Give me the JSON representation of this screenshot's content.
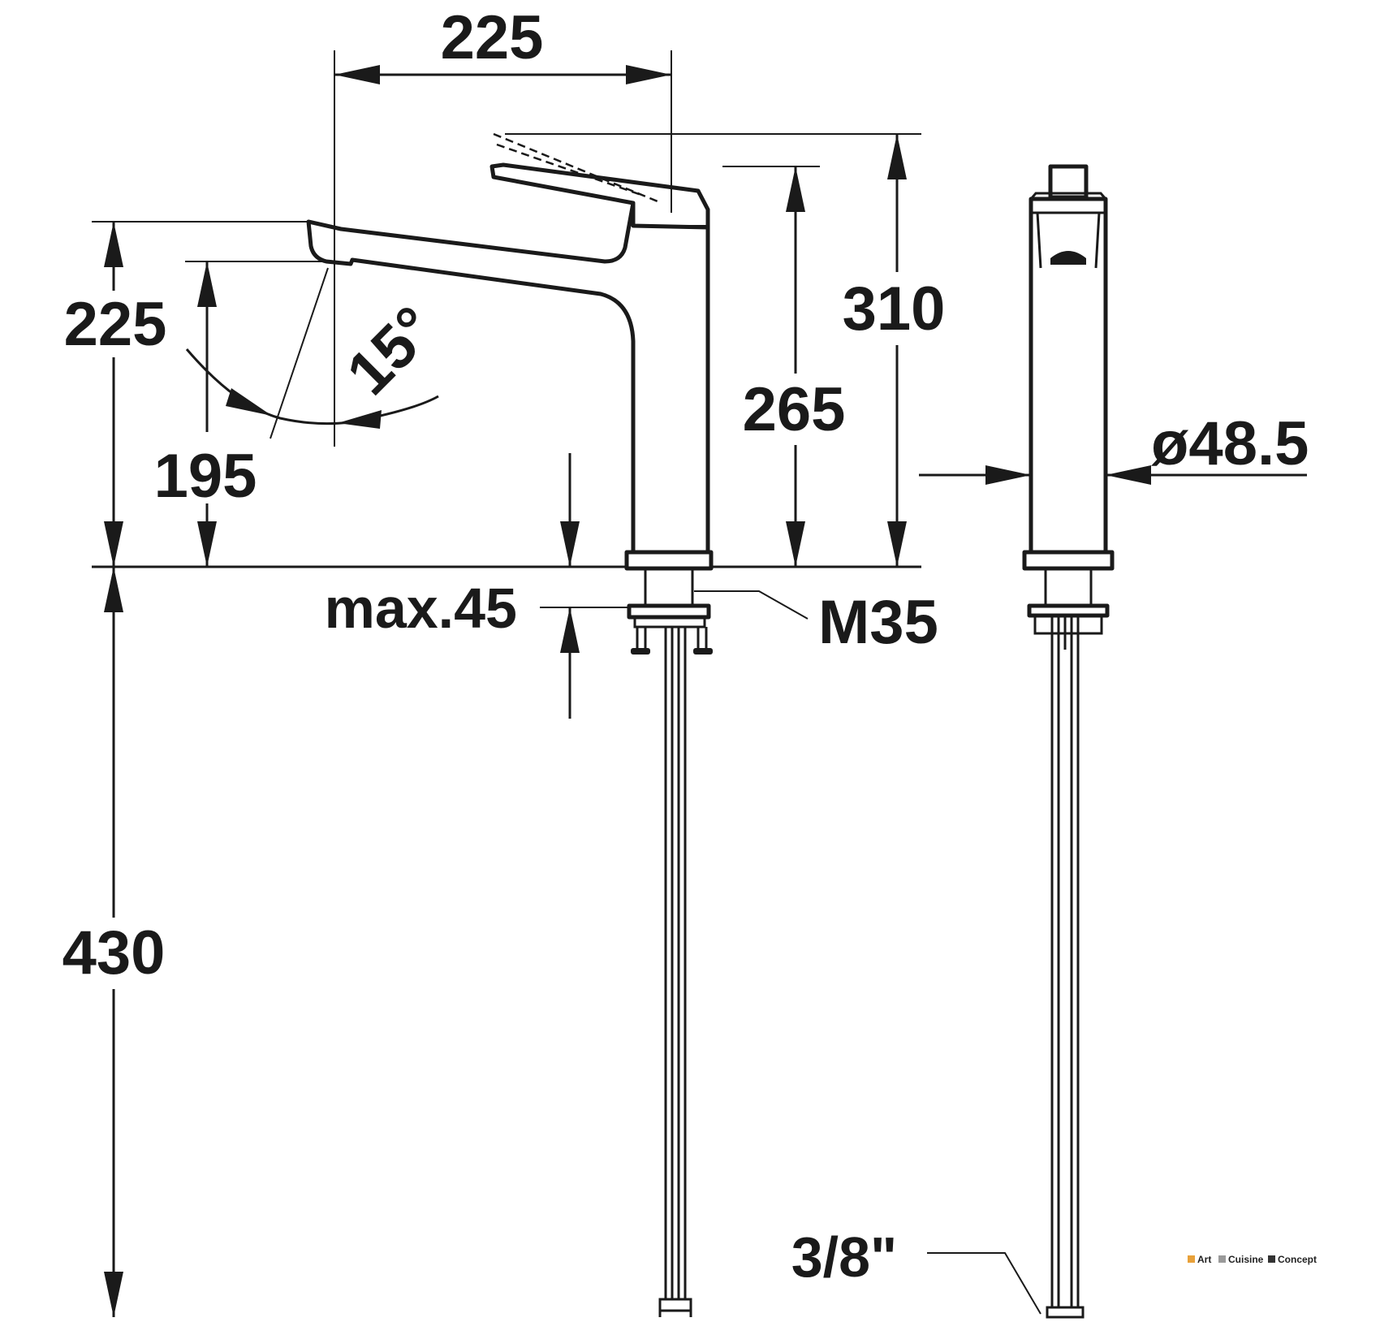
{
  "dimensions": {
    "top_width": "225",
    "left_height": "225",
    "spout_height": "195",
    "angle": "15°",
    "lever_height": "265",
    "total_height": "310",
    "diameter": "ø48.5",
    "max_thickness": "max.45",
    "thread": "M35",
    "hose_length": "430",
    "hose_connection": "3/8\""
  },
  "logo": {
    "word1": "Art",
    "word2": "Cuisine",
    "word3": "Concept",
    "colors": {
      "word1": "#e8a13a",
      "word2": "#9a9a9a",
      "word3": "#333333"
    }
  }
}
